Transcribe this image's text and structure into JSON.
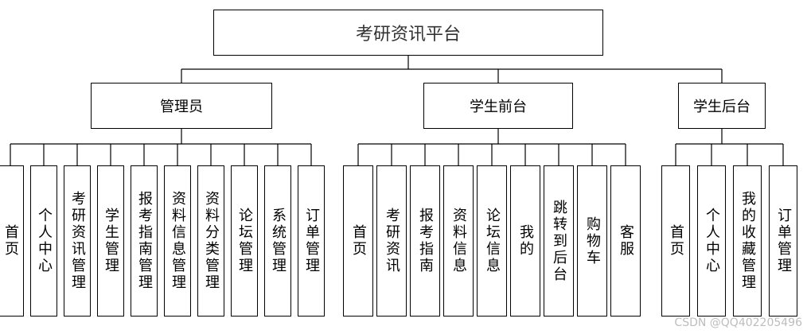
{
  "root": {
    "label": "考研资讯平台"
  },
  "branches": [
    {
      "label": "管理员",
      "children": [
        "首页",
        "个人中心",
        "考研资讯管理",
        "学生管理",
        "报考指南管理",
        "资料信息管理",
        "资料分类管理",
        "论坛管理",
        "系统管理",
        "订单管理"
      ]
    },
    {
      "label": "学生前台",
      "children": [
        "首页",
        "考研资讯",
        "报考指南",
        "资料信息",
        "论坛信息",
        "我的",
        "跳转到后台",
        "购物车",
        "客服"
      ]
    },
    {
      "label": "学生后台",
      "children": [
        "首页",
        "个人中心",
        "我的收藏管理",
        "订单管理"
      ]
    }
  ],
  "watermark": "CSDN @QQ402205496"
}
